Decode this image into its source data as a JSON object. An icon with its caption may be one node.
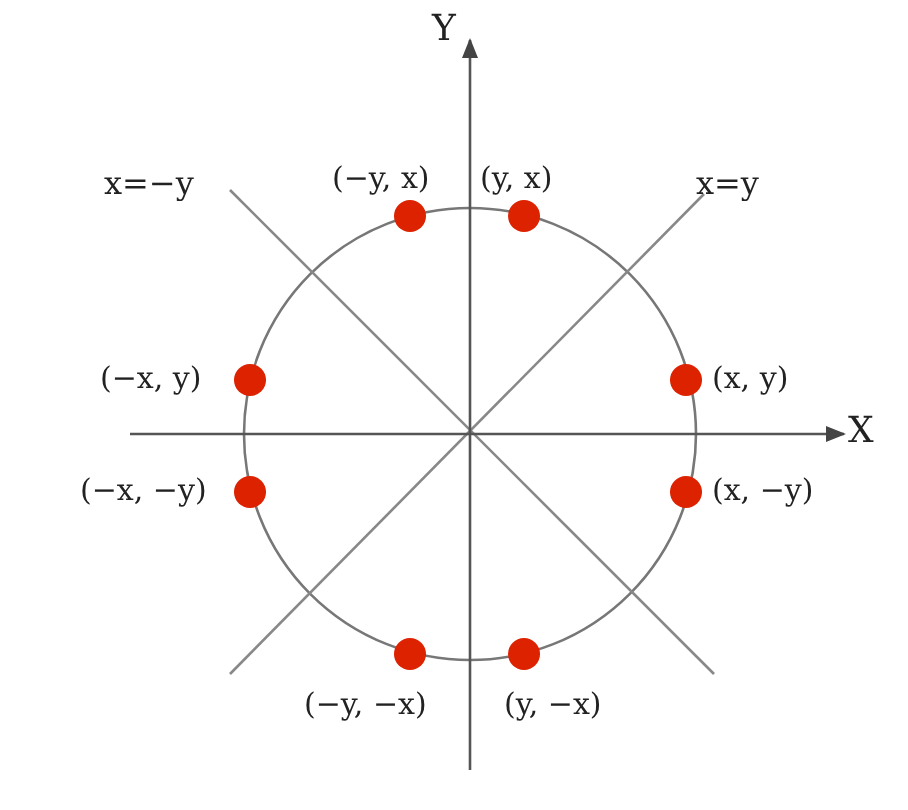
{
  "diagram": {
    "nodes": [
      {
        "text": [],
        "shape": "circle",
        "beside": [
          "(−y, x)"
        ]
      },
      {
        "text": [],
        "shape": "circle",
        "beside": [
          "(y, x)"
        ]
      },
      {
        "text": [],
        "shape": "circle",
        "beside": [
          "(−x, y)"
        ]
      },
      {
        "text": [],
        "shape": "circle",
        "beside": [
          "(x, y)"
        ]
      },
      {
        "text": [],
        "shape": "circle",
        "beside": [
          "(−x, −y)"
        ]
      },
      {
        "text": [],
        "shape": "circle",
        "beside": [
          "(x, −y)"
        ]
      },
      {
        "text": [],
        "shape": "circle",
        "beside": [
          "(−y, −x)"
        ]
      },
      {
        "text": [],
        "shape": "circle",
        "beside": [
          "(y, −x)"
        ]
      }
    ],
    "edges": [],
    "labels": [
      "Y",
      "x=−y",
      "x=y",
      "X"
    ]
  }
}
